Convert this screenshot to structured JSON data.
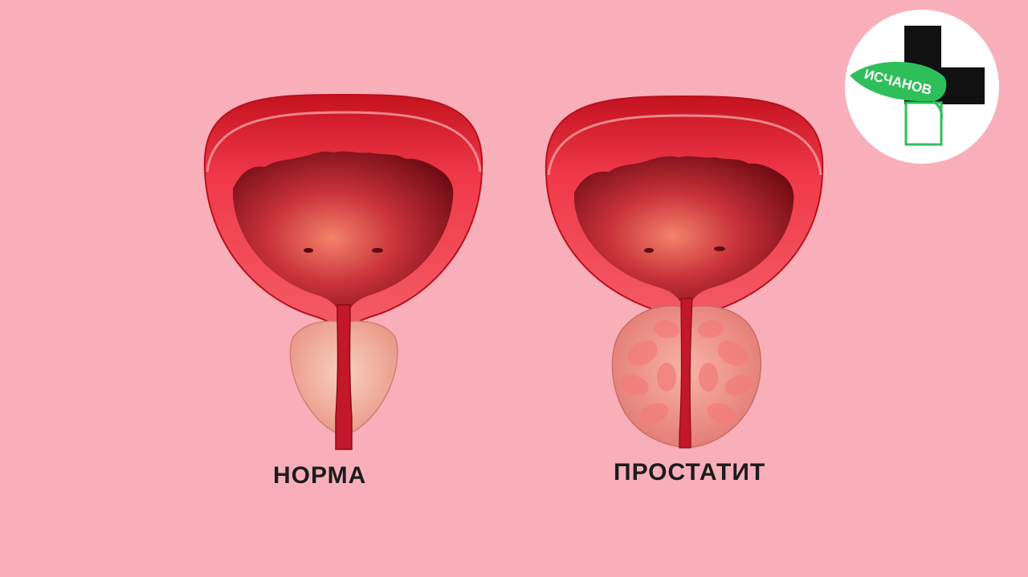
{
  "labels": {
    "normal": "НОРМА",
    "prostatitis": "ПРОСТАТИТ"
  },
  "logo": {
    "text": "ИСЧАНОВ",
    "icon": "medical-cross-leaf-logo"
  },
  "colors": {
    "background": "#f9afba",
    "bladder_wall": "#e8303f",
    "bladder_inner": "#a4121e",
    "prostate_normal": "#f4b09c",
    "prostate_inflamed": "#f08a86",
    "logo_green": "#2fbf5a"
  }
}
